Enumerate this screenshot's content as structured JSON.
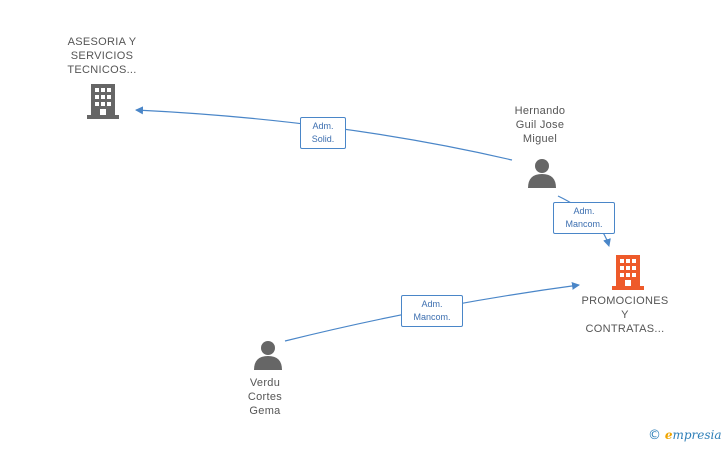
{
  "nodes": {
    "asesoria": {
      "lines": [
        "ASESORIA Y",
        "SERVICIOS",
        "TECNICOS..."
      ],
      "kind": "company",
      "color": "#666666"
    },
    "hernando": {
      "lines": [
        "Hernando",
        "Guil Jose",
        "Miguel"
      ],
      "kind": "person",
      "color": "#666666"
    },
    "promociones": {
      "lines": [
        "PROMOCIONES",
        "Y",
        "CONTRATAS..."
      ],
      "kind": "company",
      "color": "#ee5a2a"
    },
    "verdu": {
      "lines": [
        "Verdu",
        "Cortes",
        "Gema"
      ],
      "kind": "person",
      "color": "#666666"
    }
  },
  "edges": {
    "e1": {
      "lines": [
        "Adm.",
        "Solid."
      ]
    },
    "e2": {
      "lines": [
        "Adm.",
        "Mancom."
      ]
    },
    "e3": {
      "lines": [
        "Adm.",
        "Mancom."
      ]
    }
  },
  "colors": {
    "edge": "#4a86c8"
  },
  "brand": {
    "copyright": "©",
    "name": "mpresia",
    "initial": "e"
  }
}
